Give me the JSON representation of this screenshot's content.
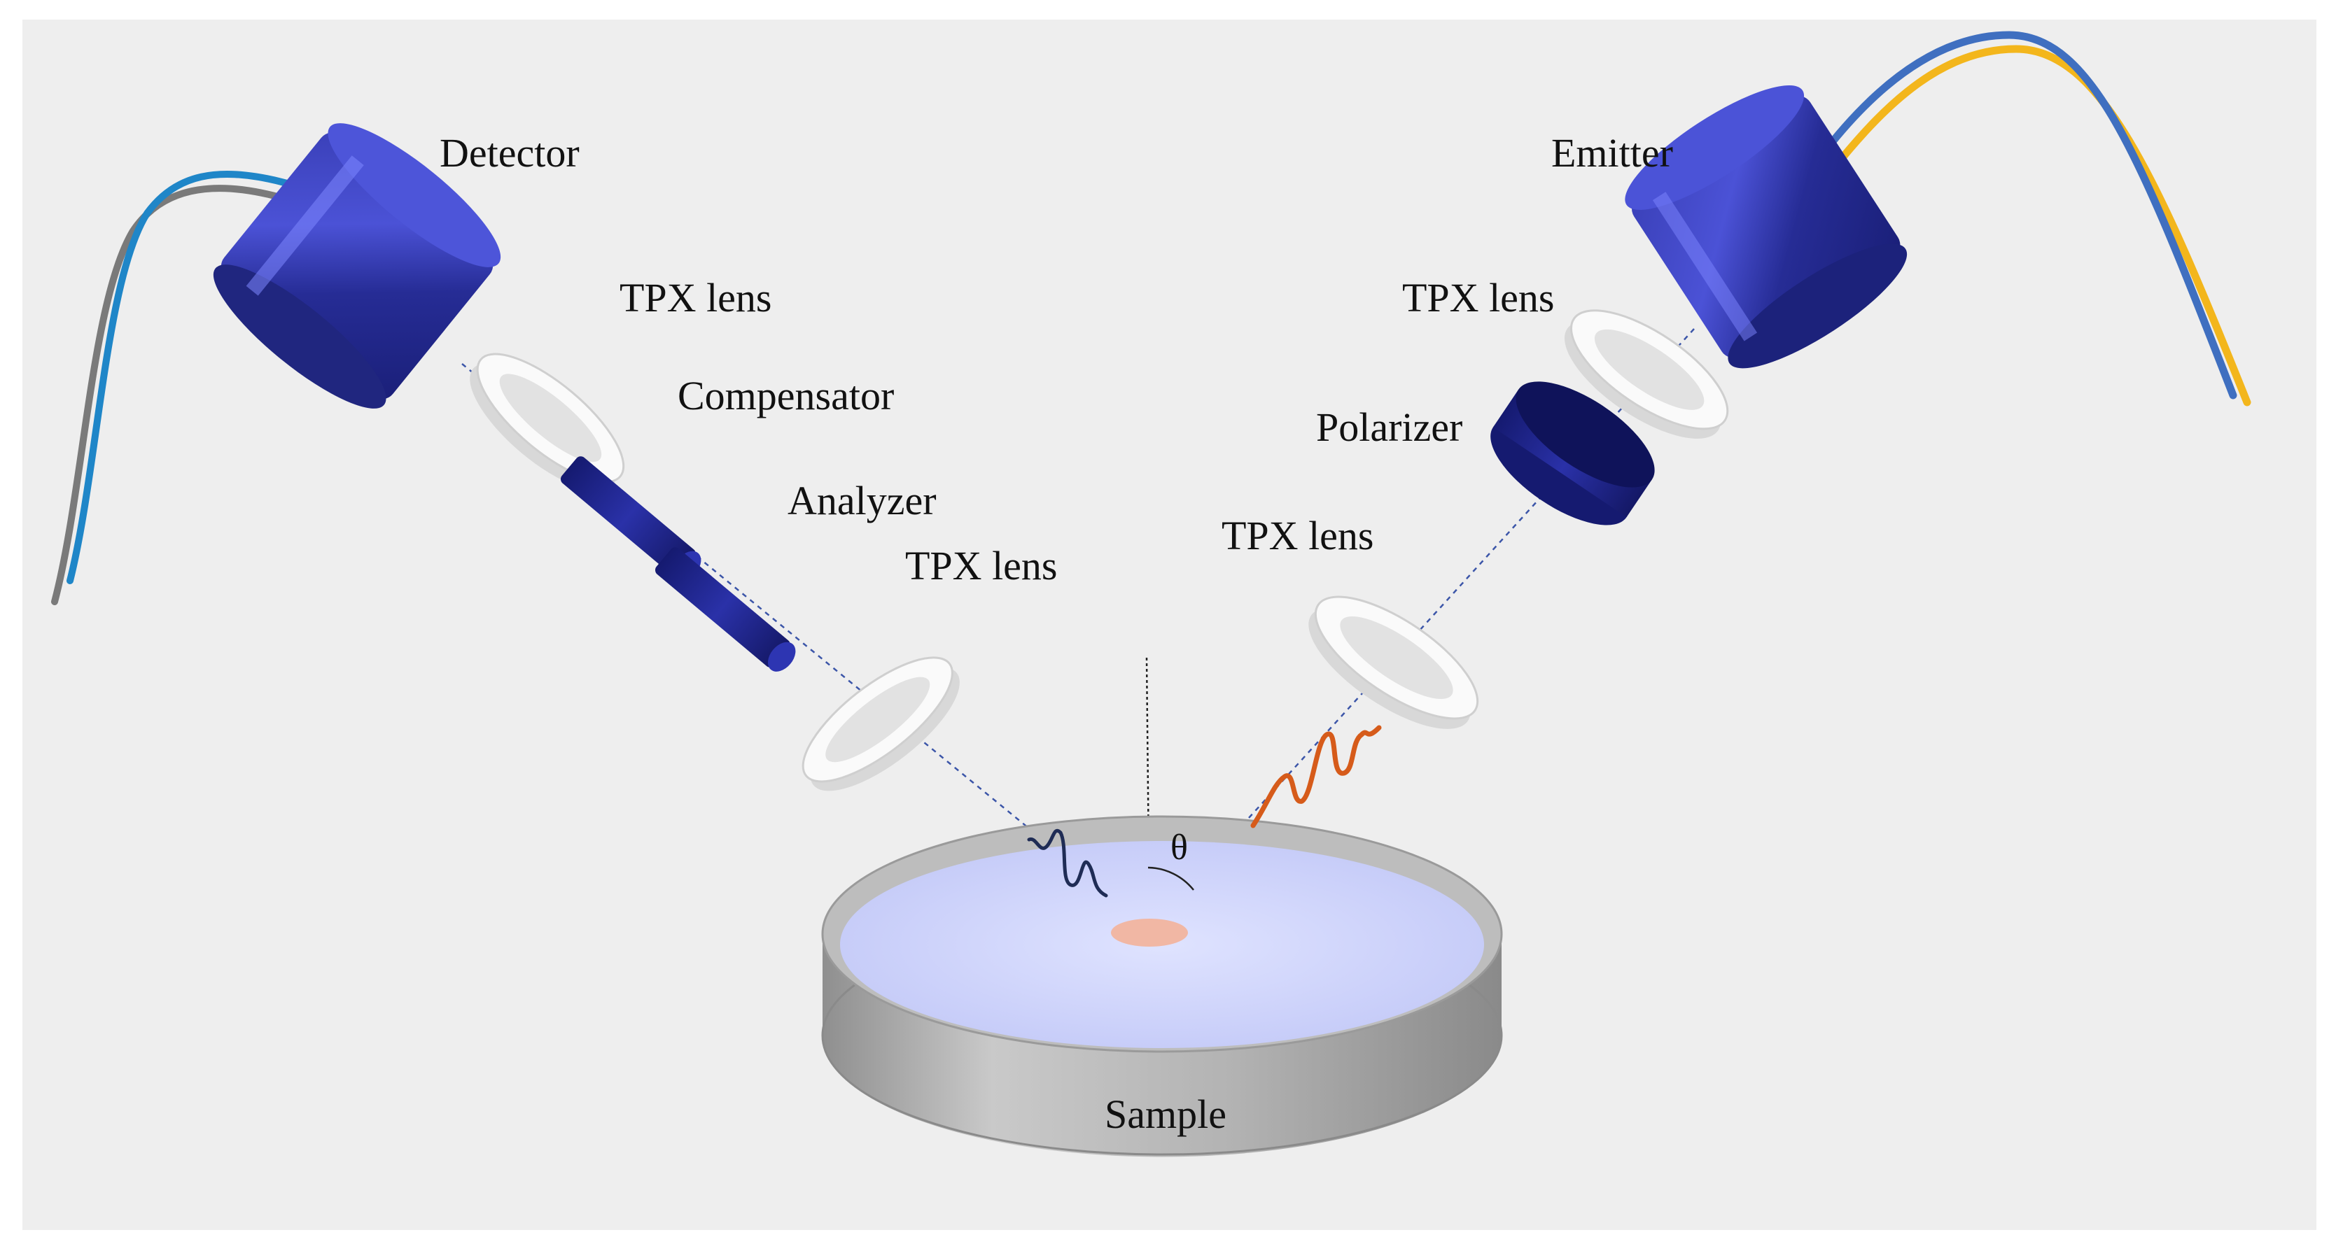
{
  "labels": {
    "detector": "Detector",
    "emitter": "Emitter",
    "tpx_lens_detector": "TPX lens",
    "tpx_lens_emitter": "TPX lens",
    "compensator": "Compensator",
    "analyzer": "Analyzer",
    "tpx_lens_lower_left": "TPX lens",
    "tpx_lens_lower_right": "TPX lens",
    "polarizer": "Polarizer",
    "sample": "Sample",
    "angle": "θ"
  },
  "colors": {
    "background": "#eeeeee",
    "housing_blue": "#2a2f9c",
    "filter_blue": "#1d2290",
    "lens_white": "#f8f8f8",
    "dish_gray": "#a9a9a9",
    "sample_liquid": "#c9cffb",
    "spot": "#f1b7a4",
    "incident_wave": "#d65b1a",
    "reflected_wave": "#1f2c55",
    "cable_blue": "#1f86c8",
    "cable_gray": "#7a7a7a",
    "cable_yellow": "#f3b61c",
    "cable_steel_blue": "#3f6fc0"
  }
}
